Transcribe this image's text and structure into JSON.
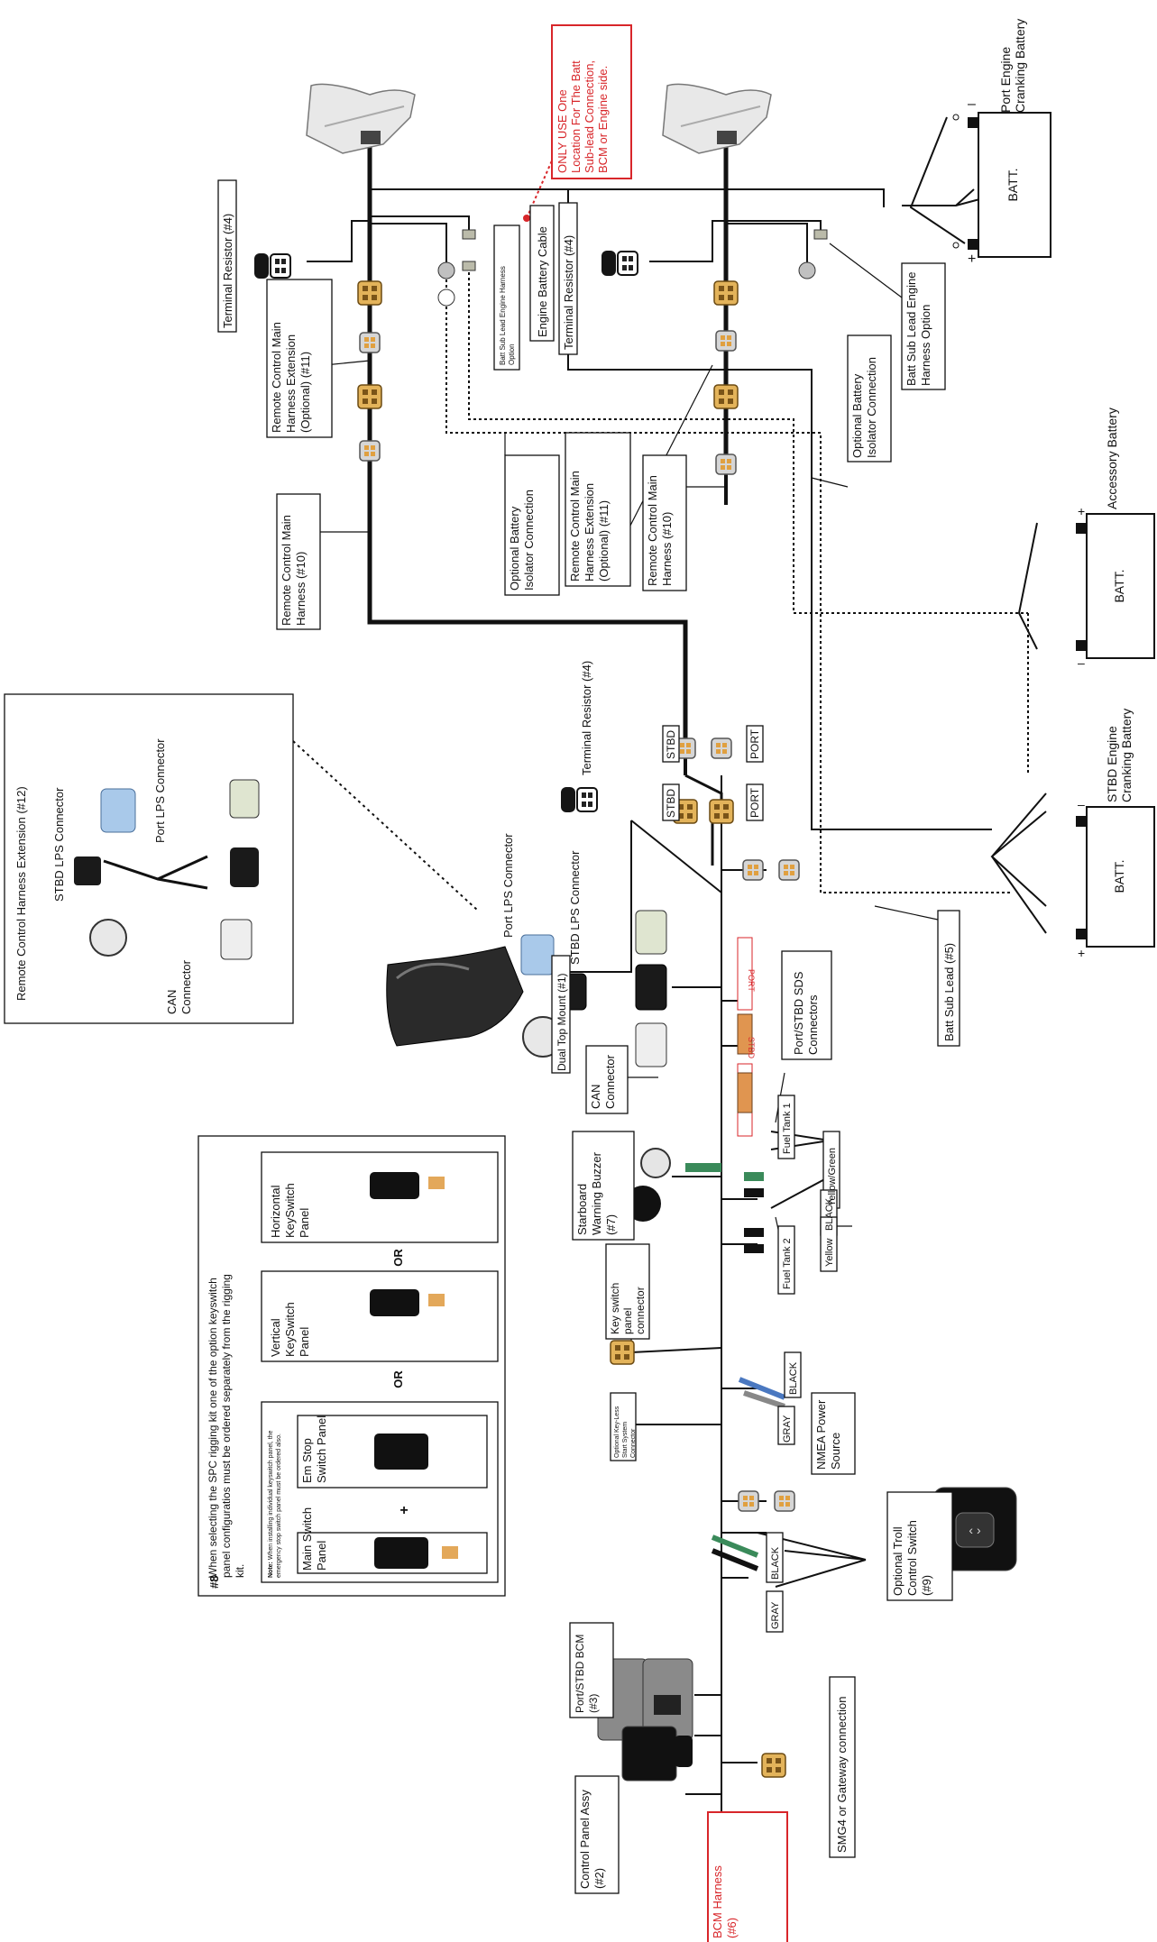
{
  "colors": {
    "wire": "#111111",
    "callout_red": "#d8262a",
    "connector_tan": "#e3b35a",
    "connector_gray": "#cfcfcf",
    "lps_blue": "#a9c9ea"
  },
  "labels": {
    "port_cranking": [
      "Port Engine",
      "Cranking Battery"
    ],
    "stbd_cranking": [
      "STBD Engine",
      "Cranking Battery"
    ],
    "accessory_battery": "Accessory Battery",
    "batt": "BATT.",
    "only_use_one": [
      "ONLY USE One",
      "Location For The Batt",
      "Sub-lead Connection,",
      "BCM or Engine side."
    ],
    "terminal_resistor": "Terminal Resistor (#4)",
    "rc_ext": [
      "Remote Control Main",
      "Harness Extension",
      "(Optional) (#11)"
    ],
    "rc_main": [
      "Remote Control Main",
      "Harness (#10)"
    ],
    "batt_sub_lead_small": [
      "Batt Sub Lead Engine Harness",
      "Option"
    ],
    "engine_battery_cable": "Engine Battery Cable",
    "optional_isolator": [
      "Optional Battery",
      "Isolator Connection"
    ],
    "batt_sub_lead_engine": [
      "Batt Sub Lead Engine",
      "Harness Option"
    ],
    "batt_sub_lead5": "Batt Sub Lead (#5)",
    "stbd": "STBD",
    "port": "PORT",
    "rc_ext12": "Remote Control Harness Extension (#12)",
    "stbd_lps": "STBD LPS Connector",
    "port_lps": "Port LPS Connector",
    "can_connector": [
      "CAN",
      "Connector"
    ],
    "dual_top_mount": "Dual Top Mount (#1)",
    "sds": [
      "Port/STBD SDS",
      "Connectors"
    ],
    "sds_port_tag": "PORT",
    "sds_stbd_tag": "STBD",
    "fuel_tank1": "Fuel Tank 1",
    "fuel_tank2": "Fuel Tank 2",
    "yellow_green": "Yellow/Green",
    "yellow": "Yellow",
    "black": "BLACK",
    "gray": "GRAY",
    "warning_buzzer": [
      "Starboard",
      "Warning Buzzer",
      "(#7)"
    ],
    "key_switch_conn": [
      "Key switch",
      "panel",
      "connector"
    ],
    "keyless": [
      "Optional Key-Less",
      "Start System",
      "Connector"
    ],
    "nmea": [
      "NMEA Power",
      "Source"
    ],
    "troll": [
      "Optional Troll",
      "Control Switch",
      "(#9)"
    ],
    "bcm": [
      "Port/STBD BCM",
      "(#3)"
    ],
    "control_panel": [
      "Control Panel Assy",
      "(#2)"
    ],
    "smg4": "SMG4 or Gateway connection",
    "bcm_harness": [
      "BCM Harness",
      "(#6)"
    ],
    "eight": "#8",
    "spc_note": [
      "When selecting the SPC rigging kit one of the option keyswitch",
      "panel configuratios must be ordered separately from the rigging",
      "kit."
    ],
    "horizontal_panel": [
      "Horizontal",
      "KeySwitch",
      "Panel"
    ],
    "vertical_panel": [
      "Vertical",
      "KeySwitch",
      "Panel"
    ],
    "or": "OR",
    "em_stop": [
      "Em Stop",
      "Switch Panel"
    ],
    "main_switch": [
      "Main Switch",
      "Panel"
    ],
    "plus": "+",
    "note_bold": "Note:",
    "note_text": [
      " When installing individual keyswitch panel, the",
      "emergency stop switch panel must be ordered also."
    ]
  }
}
